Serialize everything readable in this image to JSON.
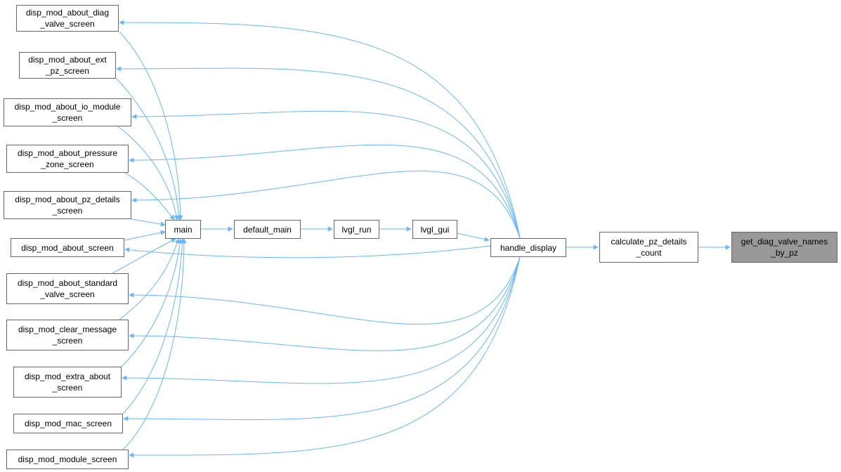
{
  "colors": {
    "edge": "#63b8ff",
    "node_border": "#666666",
    "highlight_fill": "#999999"
  },
  "nodes": {
    "about_diag": {
      "line1": "disp_mod_about_diag",
      "line2": "_valve_screen"
    },
    "about_ext": {
      "line1": "disp_mod_about_ext",
      "line2": "_pz_screen"
    },
    "about_io": {
      "line1": "disp_mod_about_io_module",
      "line2": "_screen"
    },
    "about_pressure": {
      "line1": "disp_mod_about_pressure",
      "line2": "_zone_screen"
    },
    "about_pz_details": {
      "line1": "disp_mod_about_pz_details",
      "line2": "_screen"
    },
    "about_screen": {
      "line1": "disp_mod_about_screen",
      "line2": ""
    },
    "about_standard": {
      "line1": "disp_mod_about_standard",
      "line2": "_valve_screen"
    },
    "clear_message": {
      "line1": "disp_mod_clear_message",
      "line2": "_screen"
    },
    "extra_about": {
      "line1": "disp_mod_extra_about",
      "line2": "_screen"
    },
    "mac_screen": {
      "line1": "disp_mod_mac_screen",
      "line2": ""
    },
    "module_screen": {
      "line1": "disp_mod_module_screen",
      "line2": ""
    },
    "main": {
      "line1": "main",
      "line2": ""
    },
    "default_main": {
      "line1": "default_main",
      "line2": ""
    },
    "lvgl_run": {
      "line1": "lvgl_run",
      "line2": ""
    },
    "lvgl_gui": {
      "line1": "lvgl_gui",
      "line2": ""
    },
    "handle_display": {
      "line1": "handle_display",
      "line2": ""
    },
    "calc_pz": {
      "line1": "calculate_pz_details",
      "line2": "_count"
    },
    "get_diag": {
      "line1": "get_diag_valve_names",
      "line2": "_by_pz"
    }
  }
}
